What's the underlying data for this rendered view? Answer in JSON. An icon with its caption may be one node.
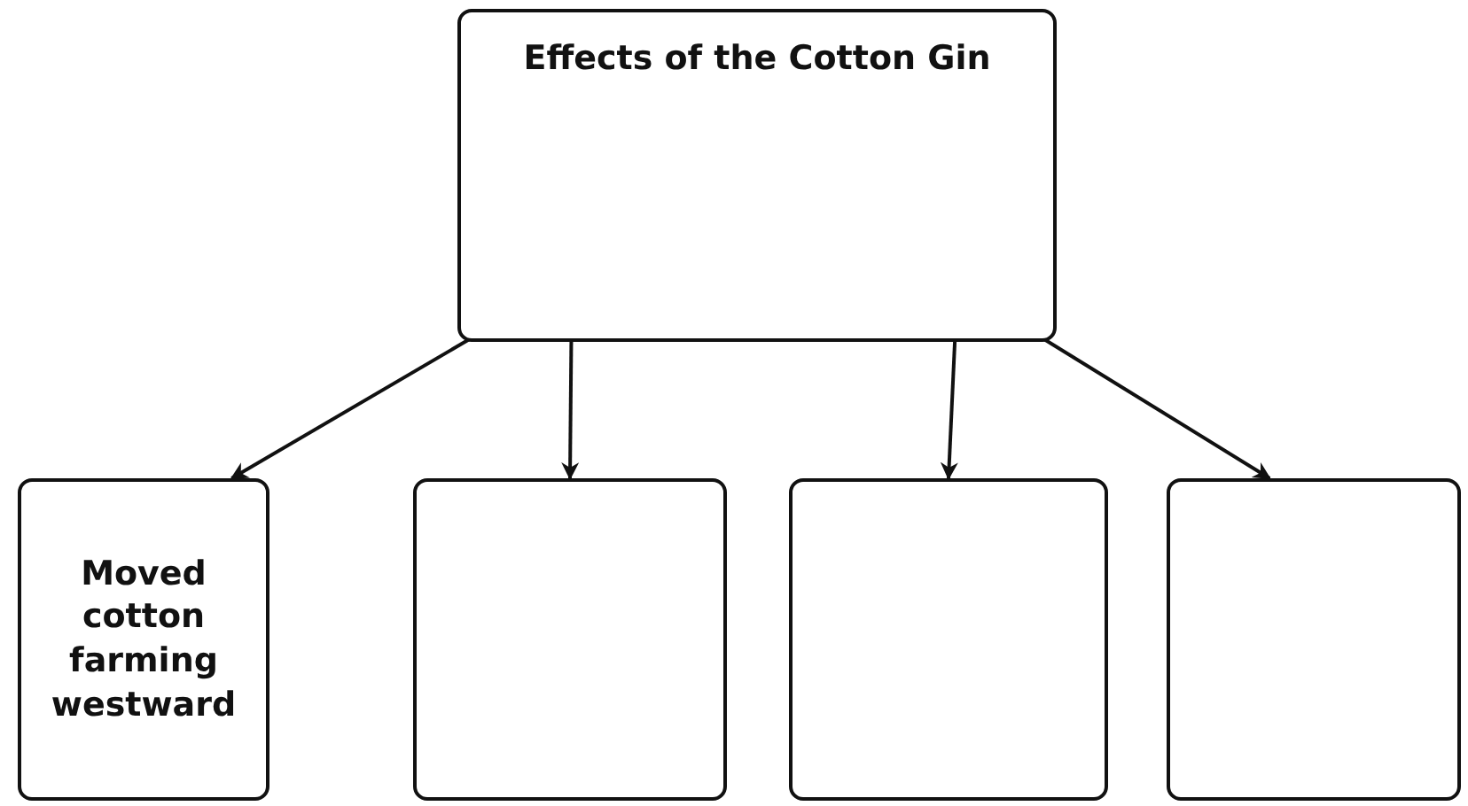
{
  "diagram": {
    "nodes": [
      {
        "text": [
          "Effects of the Cotton Gin"
        ]
      },
      {
        "text": [
          "Moved cotton farming westward"
        ]
      },
      {
        "text": [],
        "shape": "box"
      },
      {
        "text": [],
        "shape": "box"
      },
      {
        "text": [],
        "shape": "box"
      }
    ],
    "edges": [
      {
        "from": 0,
        "to": 1,
        "arrow": "to"
      },
      {
        "from": 0,
        "to": 2,
        "arrow": "to"
      },
      {
        "from": 0,
        "to": 3,
        "arrow": "to"
      },
      {
        "from": 0,
        "to": 4,
        "arrow": "to"
      }
    ]
  }
}
